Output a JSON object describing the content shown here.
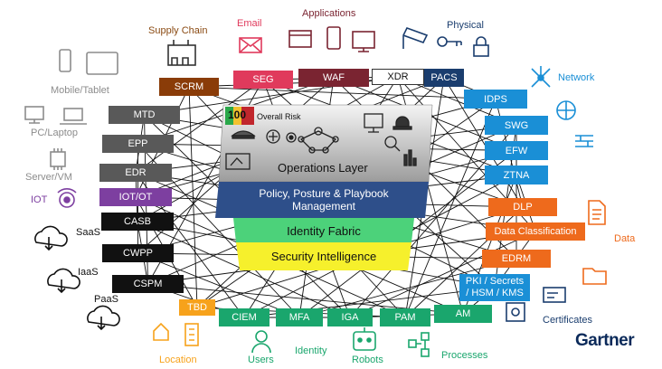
{
  "groups": {
    "supply_chain": "Supply Chain",
    "email": "Email",
    "applications": "Applications",
    "physical": "Physical",
    "network": "Network",
    "data": "Data",
    "certificates": "Certificates",
    "processes": "Processes",
    "robots": "Robots",
    "identity": "Identity",
    "users": "Users",
    "location": "Location",
    "mobile_tablet": "Mobile/Tablet",
    "pc_laptop": "PC/Laptop",
    "server_vm": "Server/VM",
    "iot": "IOT",
    "saas": "SaaS",
    "iaas": "IaaS",
    "paas": "PaaS"
  },
  "boxes": {
    "scrm": "SCRM",
    "seg": "SEG",
    "waf": "WAF",
    "xdr": "XDR",
    "pacs": "PACS",
    "mtd": "MTD",
    "epp": "EPP",
    "edr": "EDR",
    "iot_ot": "IOT/OT",
    "casb": "CASB",
    "cwpp": "CWPP",
    "cspm": "CSPM",
    "idps": "IDPS",
    "swg": "SWG",
    "efw": "EFW",
    "ztna": "ZTNA",
    "dlp": "DLP",
    "data_classification": "Data Classification",
    "edrm": "EDRM",
    "pki_line1": "PKI / Secrets",
    "pki_line2": "/ HSM / KMS",
    "tbd": "TBD",
    "ciem": "CIEM",
    "mfa": "MFA",
    "iga": "IGA",
    "pam": "PAM",
    "am": "AM"
  },
  "layers": {
    "operations": "Operations Layer",
    "risk_score": "100",
    "risk_label": "Overall Risk",
    "policy_line1": "Policy, Posture & Playbook",
    "policy_line2": "Management",
    "identity_fabric": "Identity Fabric",
    "security_intelligence": "Security Intelligence"
  },
  "brand": {
    "logo": "Gartner"
  },
  "colors": {
    "gray_box": "#595959",
    "black_box": "#111111",
    "blue_box": "#1a8fd6",
    "orange_box": "#ee6a1c",
    "green_box": "#1aa66d",
    "maroon_box": "#7a2431",
    "red_box": "#e03a5c",
    "policy_layer": "#2e4f8a",
    "identity_fabric": "#4cd27a",
    "security_intelligence": "#f6f02c"
  }
}
